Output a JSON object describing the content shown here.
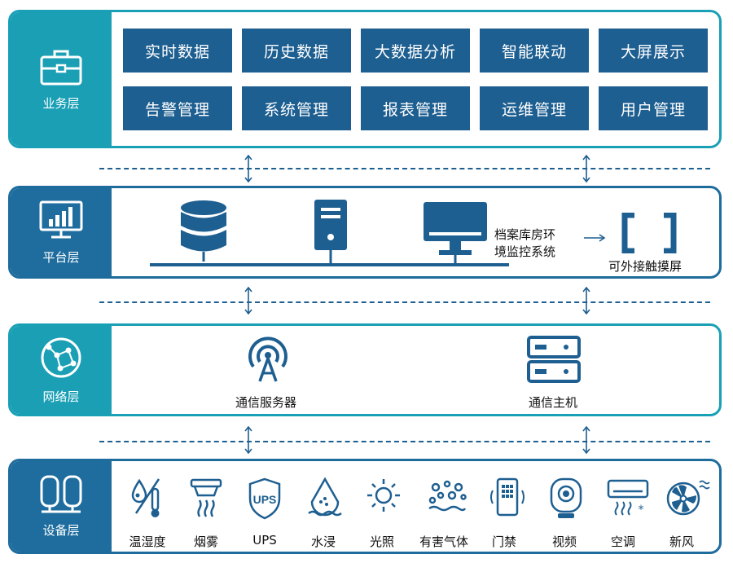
{
  "layers": {
    "business": {
      "label": "业务层",
      "modules": [
        "实时数据",
        "历史数据",
        "大数据分析",
        "智能联动",
        "大屏展示",
        "告警管理",
        "系统管理",
        "报表管理",
        "运维管理",
        "用户管理"
      ]
    },
    "platform": {
      "label": "平台层",
      "system_label": "档案库房环境监控系统",
      "system_line1": "档案库房环",
      "system_line2": "境监控系统",
      "touchscreen_label": "可外接触摸屏"
    },
    "network": {
      "label": "网络层",
      "server_label": "通信服务器",
      "host_label": "通信主机"
    },
    "device": {
      "label": "设备层",
      "items": [
        {
          "label": "温湿度",
          "icon": "thermometer-humidity-icon"
        },
        {
          "label": "烟雾",
          "icon": "smoke-detector-icon"
        },
        {
          "label": "UPS",
          "icon": "ups-icon"
        },
        {
          "label": "水浸",
          "icon": "water-leak-icon"
        },
        {
          "label": "光照",
          "icon": "light-icon"
        },
        {
          "label": "有害气体",
          "icon": "harmful-gas-icon"
        },
        {
          "label": "门禁",
          "icon": "access-control-icon"
        },
        {
          "label": "视频",
          "icon": "camera-icon"
        },
        {
          "label": "空调",
          "icon": "air-conditioner-icon"
        },
        {
          "label": "新风",
          "icon": "fresh-air-fan-icon"
        }
      ]
    }
  },
  "colors": {
    "teal": "#1a9fb5",
    "navy": "#1e5f91",
    "dark_blue": "#1e6d9e"
  }
}
